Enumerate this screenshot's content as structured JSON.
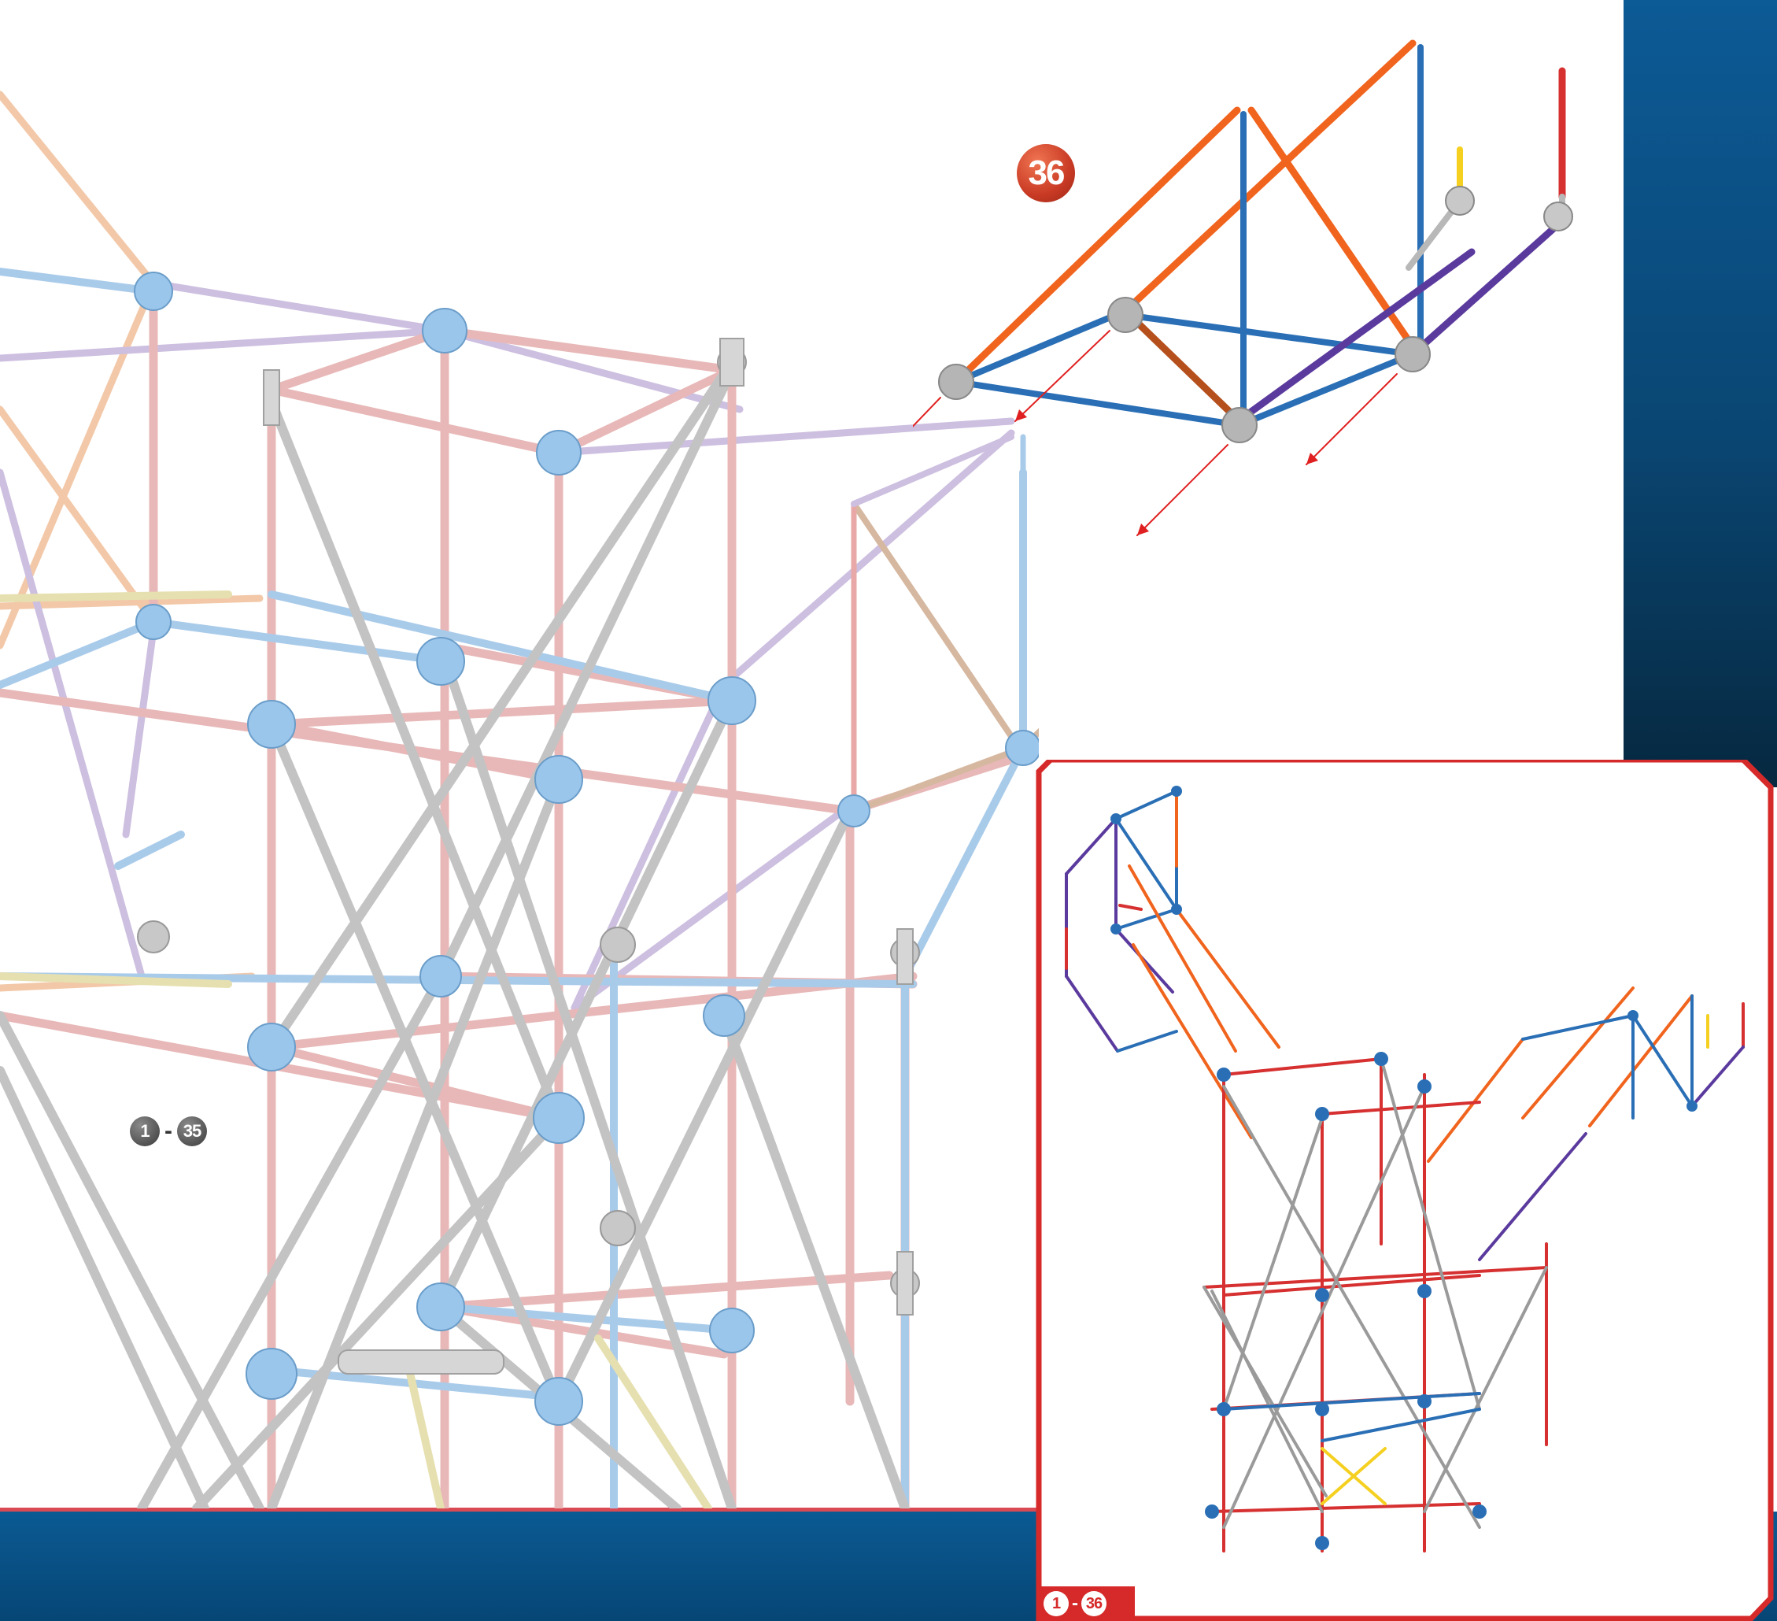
{
  "step": {
    "number": "36"
  },
  "previous_steps": {
    "from": "1",
    "separator": "-",
    "to": "35"
  },
  "inset": {
    "from": "1",
    "separator": "-",
    "to": "36"
  },
  "colors": {
    "accent_red": "#d62a2a",
    "band_blue": "#0b5a93",
    "rod_orange": "#f0641e",
    "rod_blue": "#2a6fb5",
    "rod_purple": "#5b3a9e",
    "rod_red": "#d63030",
    "rod_grey": "#a9a9a9",
    "connector_lightblue": "#8ec3ea"
  },
  "icons": [
    "connector-hub-icon",
    "arrow-icon"
  ]
}
